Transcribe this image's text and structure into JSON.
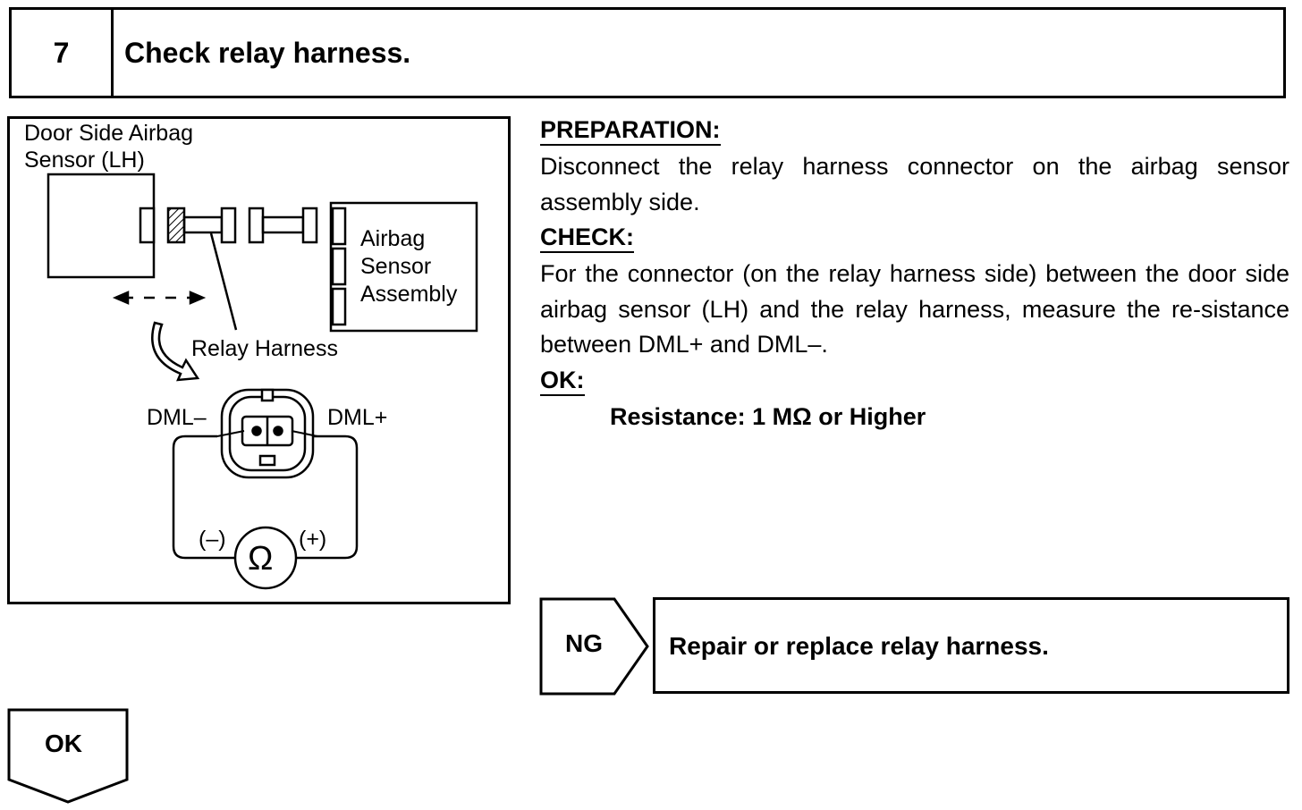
{
  "step": {
    "number": "7",
    "title": "Check relay harness."
  },
  "figure": {
    "door_sensor_label_1": "Door Side Airbag",
    "door_sensor_label_2": "Sensor (LH)",
    "airbag_assembly_label_1": "Airbag",
    "airbag_assembly_label_2": "Sensor",
    "airbag_assembly_label_3": "Assembly",
    "relay_harness_label": "Relay Harness",
    "terminal_minus_label": "DML–",
    "terminal_plus_label": "DML+",
    "meter_minus_label": "(–)",
    "meter_plus_label": "(+)",
    "ohm_symbol": "Ω"
  },
  "instructions": {
    "preparation_heading": "PREPARATION:",
    "preparation_text": "Disconnect the relay harness connector on the airbag sensor assembly side.",
    "check_heading": "CHECK:",
    "check_text": "For the connector (on the relay harness side) between the door side airbag sensor (LH) and the relay harness, measure the re-sistance between DML+ and DML–.",
    "ok_heading": "OK:",
    "ok_spec": "Resistance: 1 MΩ or Higher"
  },
  "results": {
    "ng_label": "NG",
    "ng_action": "Repair or replace relay harness.",
    "ok_label": "OK"
  }
}
